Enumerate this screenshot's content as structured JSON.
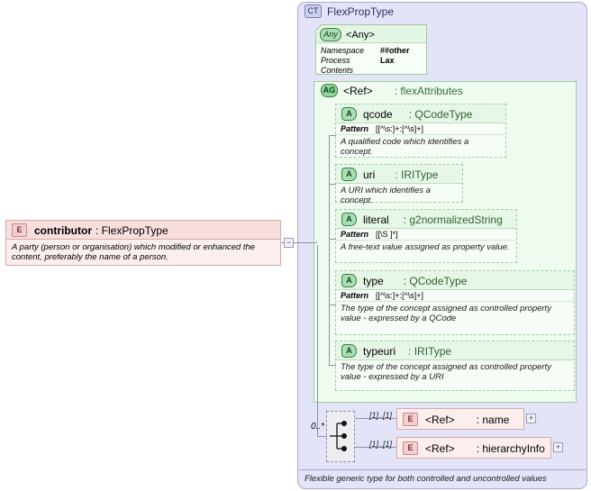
{
  "diagram": {
    "type": "xsd-complextype-diagram",
    "complex_type": {
      "badge": "CT",
      "badge_name": "complextype-badge",
      "title": "FlexPropType",
      "footer_doc": "Flexible generic type for both controlled and uncontrolled values"
    },
    "any_particle": {
      "badge": "Any",
      "label": "<Any>",
      "properties": [
        {
          "key": "Namespace",
          "value": "##other"
        },
        {
          "key": "Process Contents",
          "value": "Lax"
        }
      ]
    },
    "attribute_group": {
      "badge": "AG",
      "name": "<Ref>",
      "type": ": flexAttributes",
      "attributes": [
        {
          "badge": "A",
          "name": "qcode",
          "type": ": QCodeType",
          "facet_key": "Pattern",
          "facet_value": "[[^\\s:]+:[^\\s]+]",
          "doc": "A qualified code which identifies a concept."
        },
        {
          "badge": "A",
          "name": "uri",
          "type": ": IRIType",
          "facet_key": "",
          "facet_value": "",
          "doc": "A URI which identifies a concept."
        },
        {
          "badge": "A",
          "name": "literal",
          "type": ": g2normalizedString",
          "facet_key": "Pattern",
          "facet_value": "[[\\S ]*]",
          "doc": "A free-text value assigned as property value."
        },
        {
          "badge": "A",
          "name": "type",
          "type": ": QCodeType",
          "facet_key": "Pattern",
          "facet_value": "[[^\\s:]+:[^\\s]+]",
          "doc": "The type of the concept assigned as controlled property value - expressed by a QCode"
        },
        {
          "badge": "A",
          "name": "typeuri",
          "type": ": IRIType",
          "facet_key": "",
          "facet_value": "",
          "doc": "The type of the concept assigned as controlled property value - expressed by a URI"
        }
      ]
    },
    "element": {
      "badge": "E",
      "name": "contributor",
      "type": ": FlexPropType",
      "doc": "A party (person or organisation) which modified or enhanced the content, preferably the name of a person.",
      "toggle": "−"
    },
    "content_model": {
      "compositor": "choice",
      "occurrence": "0..*",
      "children": [
        {
          "badge": "E",
          "cardinality": "[1]..[1]",
          "name": "<Ref>",
          "type": ": name",
          "expand": "+"
        },
        {
          "badge": "E",
          "cardinality": "[1]..[1]",
          "name": "<Ref>",
          "type": ": hierarchyInfo",
          "expand": "+"
        }
      ]
    }
  }
}
